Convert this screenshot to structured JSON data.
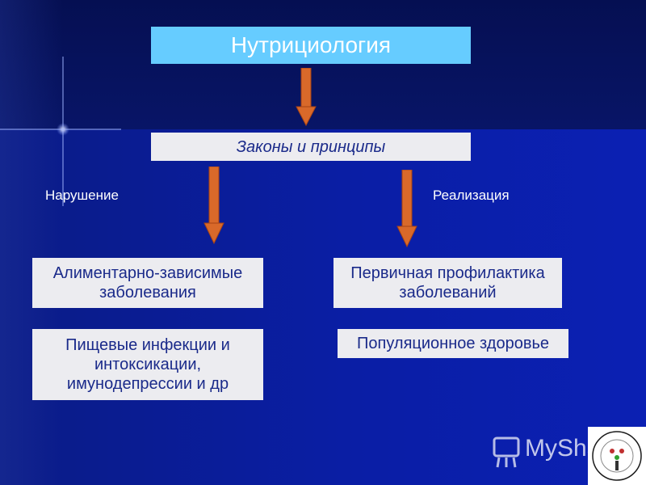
{
  "title": "Нутрициология",
  "subtitle": "Законы и принципы",
  "left_label": "Нарушение",
  "right_label": "Реализация",
  "left_boxes": [
    {
      "text": "Алиментарно-зависимые заболевания"
    },
    {
      "text": "Пищевые инфекции и интоксикации, имунодепрессии и др"
    }
  ],
  "right_boxes": [
    {
      "text": "Первичная профилактика заболеваний"
    },
    {
      "text": "Популяционное здоровье"
    }
  ],
  "watermark": "MyShared",
  "colors": {
    "title_bg": "#66ccff",
    "box_bg": "#ececf0",
    "arrow": "#d9692a",
    "text": "#1a2a8a"
  }
}
